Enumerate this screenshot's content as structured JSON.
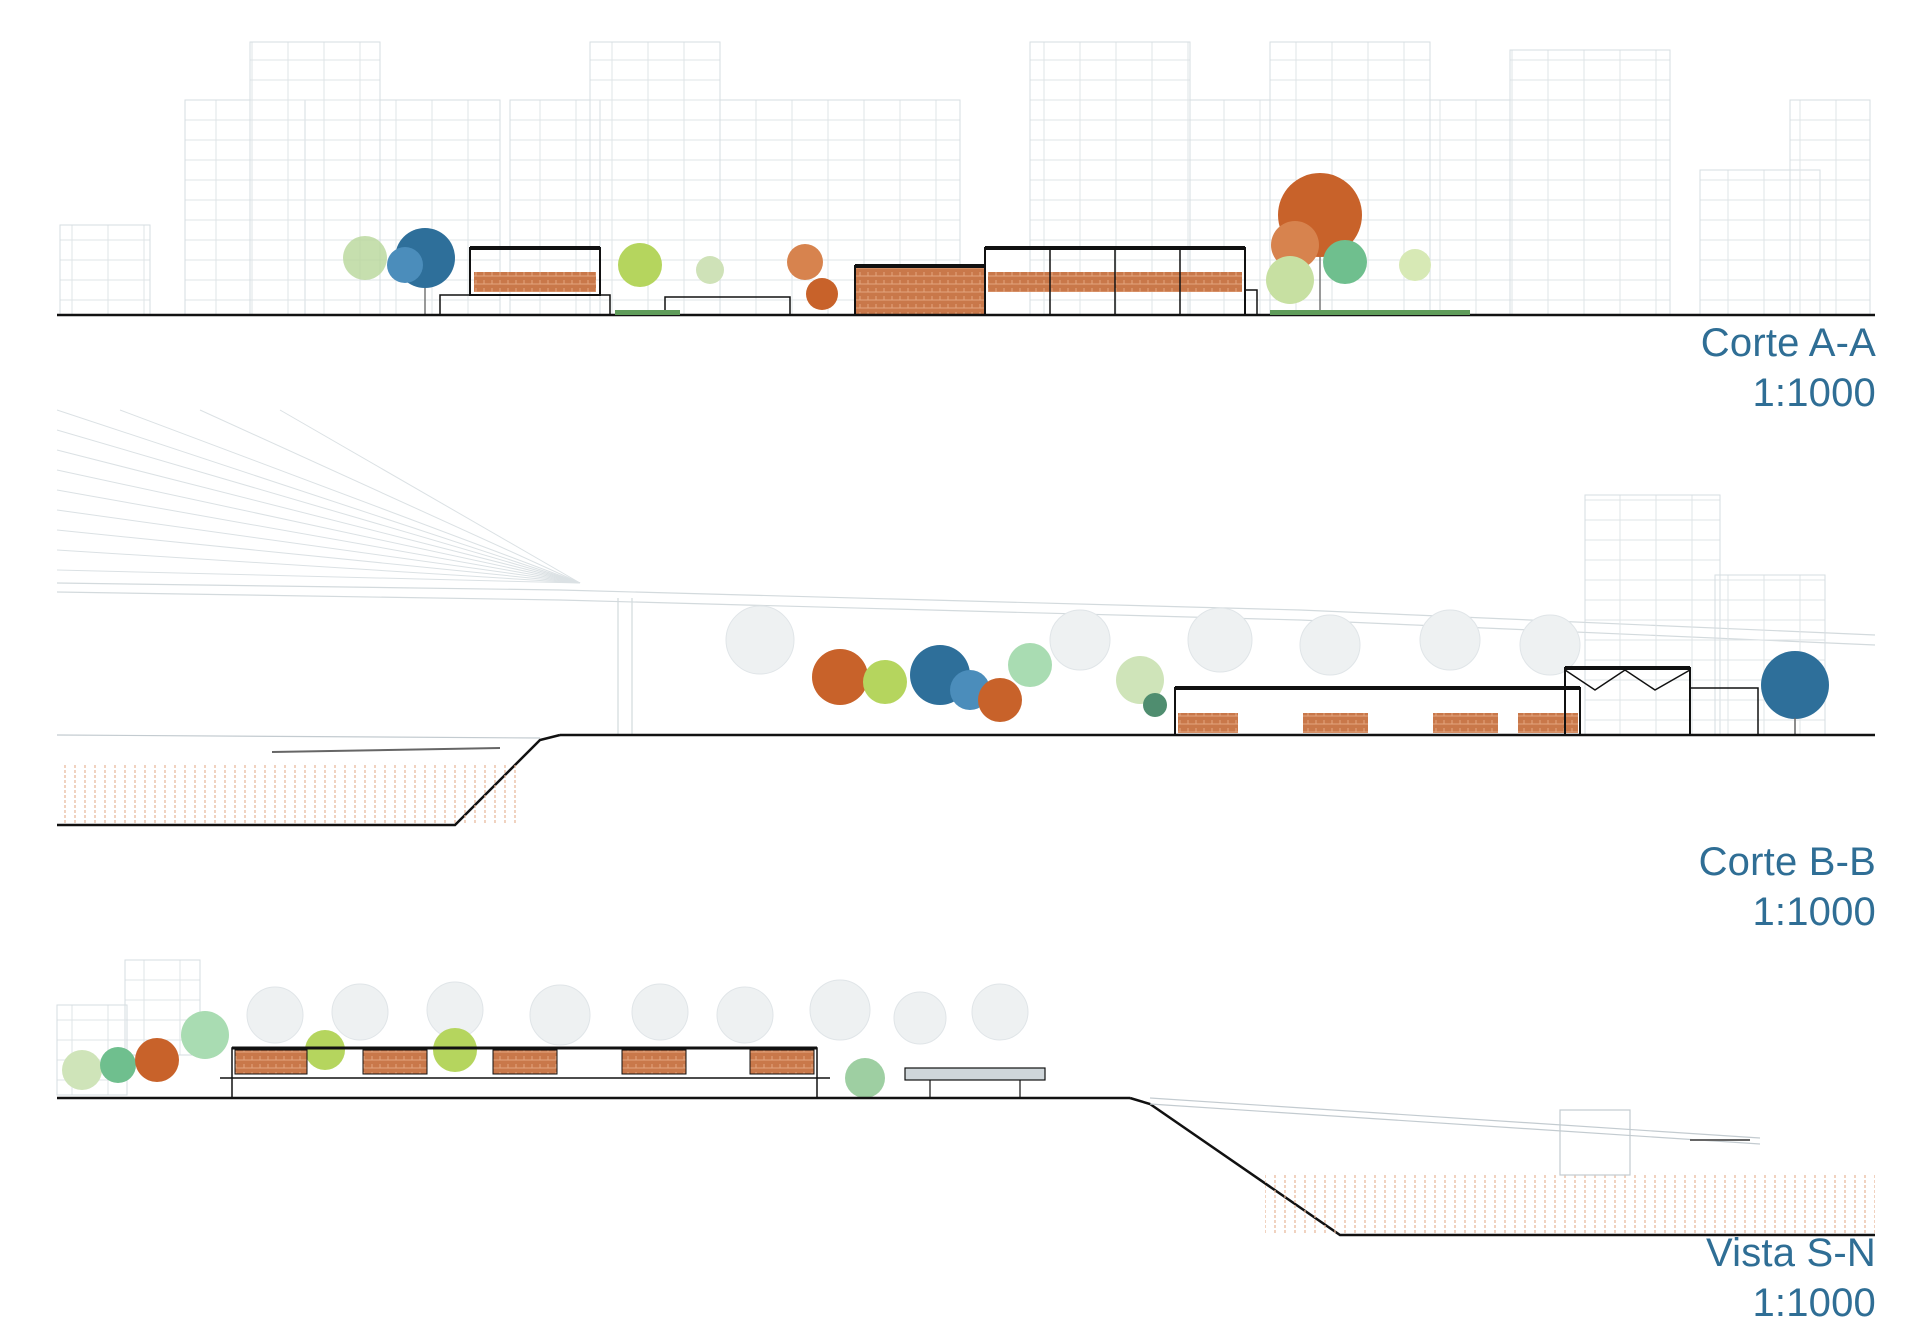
{
  "sections": [
    {
      "id": "a",
      "title": "Corte A-A",
      "scale": "1:1000"
    },
    {
      "id": "b",
      "title": "Corte B-B",
      "scale": "1:1000"
    },
    {
      "id": "c",
      "title": "Vista S-N",
      "scale": "1:1000"
    }
  ],
  "colors": {
    "ground": "#111111",
    "ghost_lines": "#cfd6da",
    "brick": "#c9784a",
    "brick_dark": "#a85a30",
    "tree_blue": "#2e6f9a",
    "tree_orange": "#c8622a",
    "tree_lime": "#a9c96a",
    "tree_green": "#6fbf8e",
    "caption": "#2f6e95"
  }
}
